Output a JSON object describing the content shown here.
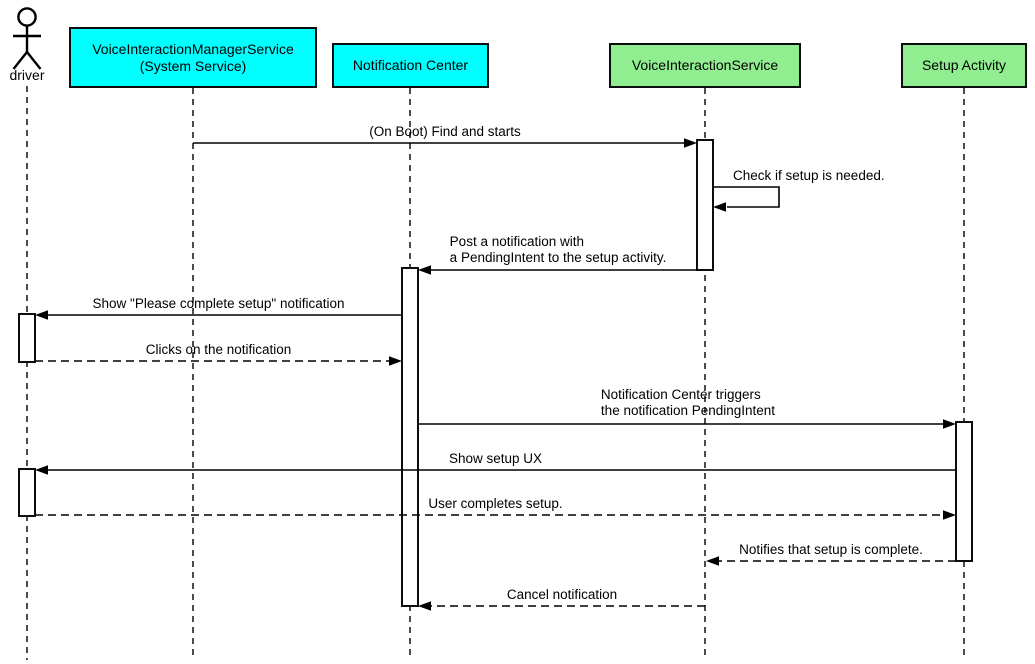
{
  "diagram": {
    "type": "uml-sequence",
    "colors": {
      "system_participant_fill": "#00ffff",
      "app_participant_fill": "#90ee90",
      "stroke": "#000000",
      "background": "#ffffff"
    },
    "actor": {
      "name": "driver"
    },
    "participants": [
      {
        "id": "voice-interaction-manager-service",
        "lines": [
          "VoiceInteractionManagerService",
          "(System Service)"
        ],
        "fill": "#00ffff"
      },
      {
        "id": "notification-center",
        "lines": [
          "Notification Center"
        ],
        "fill": "#00ffff"
      },
      {
        "id": "voice-interaction-service",
        "lines": [
          "VoiceInteractionService"
        ],
        "fill": "#90ee90"
      },
      {
        "id": "setup-activity",
        "lines": [
          "Setup Activity"
        ],
        "fill": "#90ee90"
      }
    ],
    "messages": [
      {
        "from": "VoiceInteractionManagerService (System Service)",
        "to": "VoiceInteractionService",
        "style": "solid",
        "lines": [
          "(On Boot) Find and starts"
        ]
      },
      {
        "from": "VoiceInteractionService",
        "to": "VoiceInteractionService",
        "style": "solid",
        "self": true,
        "lines": [
          "Check if setup is needed."
        ]
      },
      {
        "from": "VoiceInteractionService",
        "to": "Notification Center",
        "style": "solid",
        "lines": [
          "Post a notification with",
          "a PendingIntent to the setup activity."
        ]
      },
      {
        "from": "Notification Center",
        "to": "driver",
        "style": "solid",
        "lines": [
          "Show \"Please complete setup\" notification"
        ]
      },
      {
        "from": "driver",
        "to": "Notification Center",
        "style": "dashed",
        "lines": [
          "Clicks on the notification"
        ]
      },
      {
        "from": "Notification Center",
        "to": "Setup Activity",
        "style": "solid",
        "lines": [
          "Notification Center triggers",
          "the notification PendingIntent"
        ]
      },
      {
        "from": "Setup Activity",
        "to": "driver",
        "style": "solid",
        "lines": [
          "Show setup UX"
        ]
      },
      {
        "from": "driver",
        "to": "Setup Activity",
        "style": "dashed",
        "lines": [
          "User completes setup."
        ]
      },
      {
        "from": "Setup Activity",
        "to": "VoiceInteractionService",
        "style": "dashed",
        "lines": [
          "Notifies that setup is complete."
        ]
      },
      {
        "from": "VoiceInteractionService",
        "to": "Notification Center",
        "style": "dashed",
        "lines": [
          "Cancel notification"
        ]
      }
    ]
  }
}
